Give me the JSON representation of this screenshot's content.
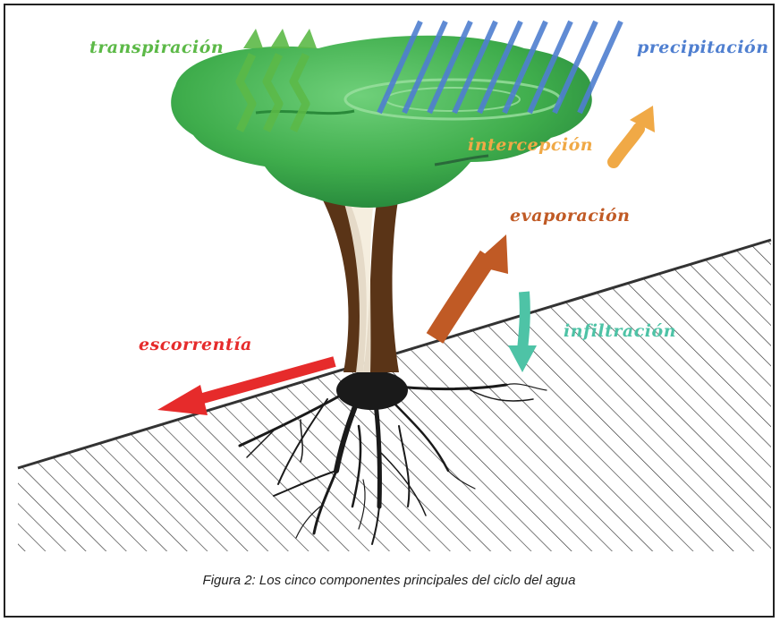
{
  "labels": {
    "transpiracion": "transpiración",
    "precipitacion": "precipitación",
    "intercepcion": "intercepción",
    "evaporacion": "evaporación",
    "infiltracion": "infiltración",
    "escorrentia": "escorrentía"
  },
  "caption": "Figura 2: Los cinco componentes principales del ciclo del agua",
  "colors": {
    "transpiracion": "#5cb947",
    "precipitacion": "#4f7fd0",
    "intercepcion": "#f0a946",
    "evaporacion": "#c05a25",
    "infiltracion": "#4ec3a6",
    "escorrentia": "#e62b2b",
    "canopy": "#3fad4c",
    "trunk": "#5a3417",
    "roots": "#1a1a1a",
    "ground": "#333333"
  }
}
